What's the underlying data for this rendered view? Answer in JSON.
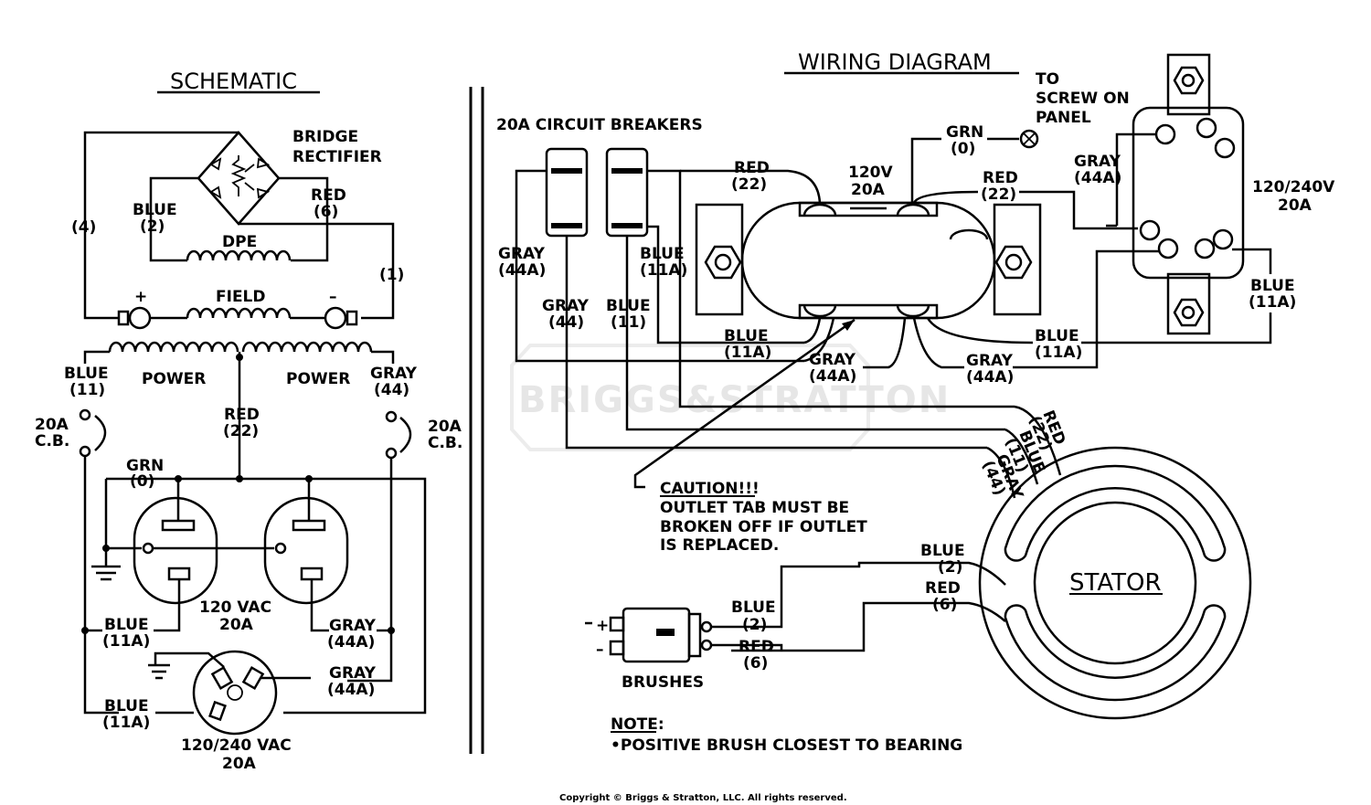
{
  "schematic": {
    "title": "SCHEMATIC",
    "bridge_rectifier": "BRIDGE",
    "bridge_rectifier_2": "RECTIFIER",
    "blue_2_color": "BLUE",
    "blue_2_num": "(2)",
    "red_6_color": "RED",
    "red_6_num": "(6)",
    "wire_4": "(4)",
    "wire_1": "(1)",
    "dpe": "DPE",
    "field": "FIELD",
    "plus": "+",
    "minus": "–",
    "power_left": "POWER",
    "power_right": "POWER",
    "blue_11_color": "BLUE",
    "blue_11_num": "(11)",
    "gray_44_color": "GRAY",
    "gray_44_num": "(44)",
    "red_22_color": "RED",
    "red_22_num": "(22)",
    "cb_left_1": "20A",
    "cb_left_2": "C.B.",
    "cb_right_1": "20A",
    "cb_right_2": "C.B.",
    "grn_color": "GRN",
    "grn_num": "(0)",
    "outlet_120_1": "120 VAC",
    "outlet_120_2": "20A",
    "blue_11a_a_color": "BLUE",
    "blue_11a_a_num": "(11A)",
    "gray_44a_a_color": "GRAY",
    "gray_44a_a_num": "(44A)",
    "gray_44a_b_color": "GRAY",
    "gray_44a_b_num": "(44A)",
    "blue_11a_b_color": "BLUE",
    "blue_11a_b_num": "(11A)",
    "outlet_240_1": "120/240 VAC",
    "outlet_240_2": "20A"
  },
  "wiring": {
    "title": "WIRING DIAGRAM",
    "to_screw_1": "TO",
    "to_screw_2": "SCREW ON",
    "to_screw_3": "PANEL",
    "breakers": "20A CIRCUIT BREAKERS",
    "grn_color": "GRN",
    "grn_num": "(0)",
    "red_top_left_color": "RED",
    "red_top_left_num": "(22)",
    "outlet_120_1": "120V",
    "outlet_120_2": "20A",
    "red_top_right_color": "RED",
    "red_top_right_num": "(22)",
    "gray_right_color": "GRAY",
    "gray_right_num": "(44A)",
    "outlet_240_1": "120/240V",
    "outlet_240_2": "20A",
    "gray_left_color": "GRAY",
    "gray_left_num": "(44A)",
    "blue_cb_color": "BLUE",
    "blue_cb_num": "(11A)",
    "blue_far_right_color": "BLUE",
    "blue_far_right_num": "(11A)",
    "gray_44_color": "GRAY",
    "gray_44_num": "(44)",
    "blue_11_color": "BLUE",
    "blue_11_num": "(11)",
    "blue_mid_left_color": "BLUE",
    "blue_mid_left_num": "(11A)",
    "gray_mid_color": "GRAY",
    "gray_mid_num": "(44A)",
    "gray_mid2_color": "GRAY",
    "gray_mid2_num": "(44A)",
    "blue_mid_right_color": "BLUE",
    "blue_mid_right_num": "(11A)",
    "stator_red": "RED",
    "stator_red_num": "(22)",
    "stator_blue": "BLUE",
    "stator_blue_num": "(11)",
    "stator_gray": "GRAY",
    "stator_gray_num": "(44)",
    "caution_title": "CAUTION!!!",
    "caution_1": "OUTLET TAB MUST BE",
    "caution_2": "BROKEN OFF IF OUTLET",
    "caution_3": "IS REPLACED.",
    "stator_label": "STATOR",
    "blue_2_top_color": "BLUE",
    "blue_2_top_num": "(2)",
    "red_6_top_color": "RED",
    "red_6_top_num": "(6)",
    "blue_2_brush_color": "BLUE",
    "blue_2_brush_num": "(2)",
    "red_6_brush_color": "RED",
    "red_6_brush_num": "(6)",
    "brush_plus": "+",
    "brush_minus": "–",
    "brush_label": "BRUSHES",
    "note_title": "NOTE:",
    "note_text": "•POSITIVE BRUSH CLOSEST TO BEARING"
  },
  "watermark": "BRIGGS&STRATTON",
  "copyright": "Copyright © Briggs & Stratton, LLC. All rights reserved."
}
